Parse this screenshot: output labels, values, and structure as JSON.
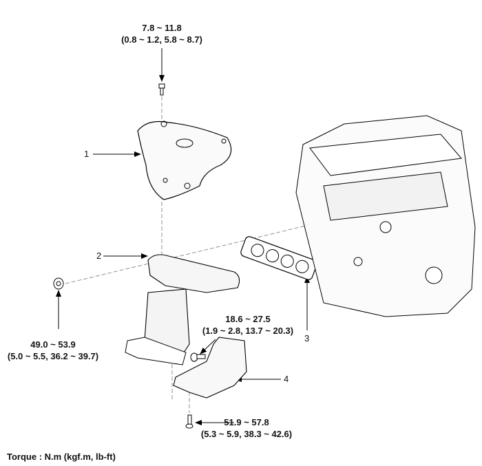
{
  "torques": {
    "heat_protector_bolt": {
      "nm": "7.8 ~ 11.8",
      "alt": "(0.8 ~ 1.2, 5.8 ~ 8.7)"
    },
    "manifold_nut": {
      "nm": "49.0 ~ 53.9",
      "alt": "(5.0 ~ 5.5, 36.2 ~ 39.7)"
    },
    "bracket_bolt_upper": {
      "nm": "18.6 ~ 27.5",
      "alt": "(1.9 ~ 2.8, 13.7 ~ 20.3)"
    },
    "bracket_bolt_lower": {
      "nm": "51.9 ~ 57.8",
      "alt": "(5.3 ~ 5.9, 38.3 ~ 42.6)"
    }
  },
  "callouts": [
    "1",
    "2",
    "3",
    "4"
  ],
  "footer": "Torque : N.m (kgf.m, lb-ft)"
}
